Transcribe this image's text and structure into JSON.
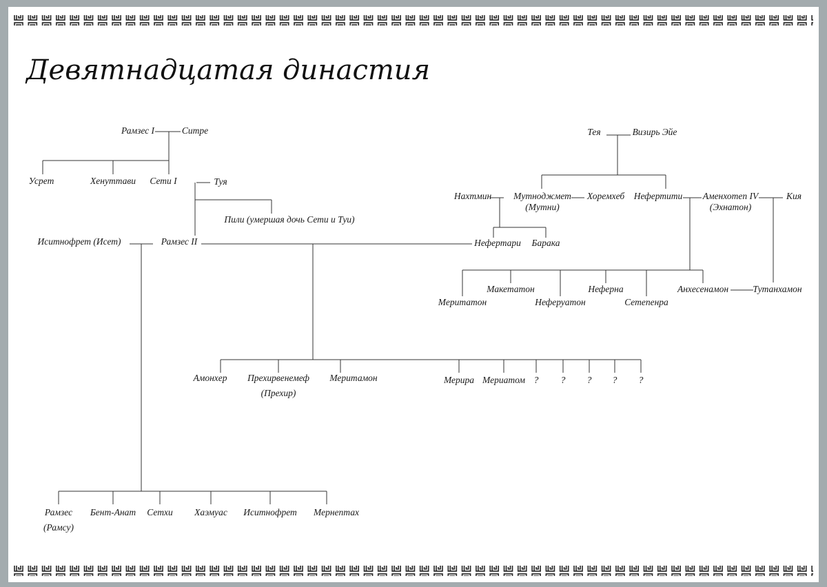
{
  "title": "Девятнадцатая династия",
  "people": {
    "ramses1": "Рамзес I",
    "sitre": "Ситре",
    "usret": "Усрет",
    "henuttawi": "Хенуттави",
    "seti1": "Сети I",
    "tuya": "Туя",
    "pili": "Пили (умершая дочь Сети и Туи)",
    "isetnofret_iset": "Иситнофрет (Исет)",
    "ramses2": "Рамзес II",
    "nefertari": "Нефертари",
    "baraka": "Барака",
    "amonher": "Амонхер",
    "prehir_1": "Прехирвенемеф",
    "prehir_2": "(Прехир)",
    "meritamon": "Меритамон",
    "merira": "Мерира",
    "meriatom": "Мериатом",
    "unknown": "?",
    "ramses_1": "Рамзес",
    "ramses_2": "(Рамсу)",
    "bentanat": "Бент-Анат",
    "sethi": "Сетхи",
    "khaemwaset": "Хаэмуас",
    "isetnofret": "Иситнофрет",
    "merneptah": "Мернептах",
    "teya": "Тея",
    "ay": "Визирь Эйе",
    "nakhtmin": "Нахтмин",
    "mutnodjmet_1": "Мутноджмет",
    "mutnodjmet_2": "(Мутни)",
    "horemheb": "Хоремхеб",
    "nefertiti": "Нефертити",
    "akhenaten_1": "Аменхотеп IV",
    "akhenaten_2": "(Эхнатон)",
    "kiya": "Кия",
    "meritaten": "Меритатон",
    "maketaten": "Макетатон",
    "neferuaten": "Неферуатон",
    "neferneferure": "Неферна",
    "setepenre": "Сетепенра",
    "ankhesenamun": "Анхесенамон",
    "tutankhamun": "Тутанхамон"
  },
  "colors": {
    "frame": "#a3abae",
    "page": "#ffffff",
    "ink": "#1a1a1a"
  }
}
